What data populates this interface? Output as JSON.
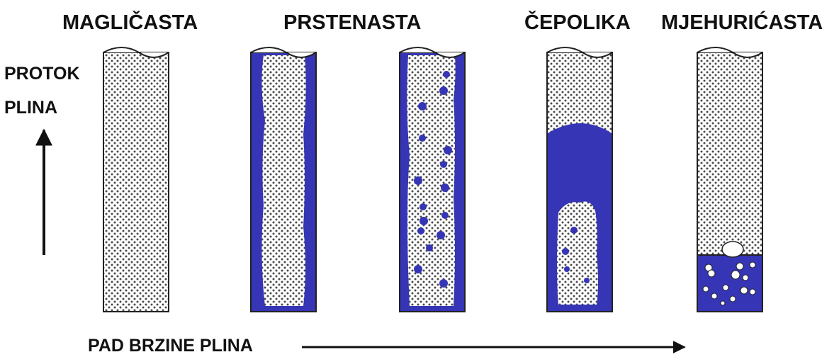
{
  "regimes": [
    {
      "id": "maglicasta",
      "label": "MAGLIČASTA"
    },
    {
      "id": "prstenasta",
      "label": "PRSTENASTA"
    },
    {
      "id": "cepolika",
      "label": "ČEPOLIKA"
    },
    {
      "id": "mjehuricasta",
      "label": "MJEHURIĆASTA"
    }
  ],
  "axes": {
    "y_line1": "PROTOK",
    "y_line2": "PLINA",
    "x_label": "PAD BRZINE PLINA"
  },
  "colors": {
    "liquid": "#3535b5",
    "gas_dots": "#4a4a4a",
    "tube_outline": "#222222",
    "text": "#111111"
  }
}
